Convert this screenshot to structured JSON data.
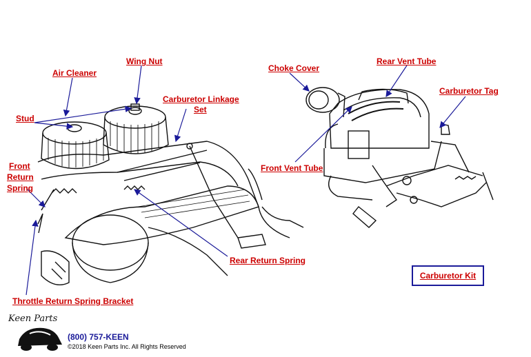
{
  "labels": {
    "wing_nut": "Wing Nut",
    "air_cleaner": "Air Cleaner",
    "carb_linkage_1": "Carburetor Linkage",
    "carb_linkage_2": "Set",
    "stud": "Stud",
    "front_return_1": "Front",
    "front_return_2": "Return",
    "front_return_3": "Spring",
    "choke_cover": "Choke Cover",
    "rear_vent_tube": "Rear Vent Tube",
    "carburetor_tag": "Carburetor Tag",
    "front_vent_tube": "Front Vent Tube",
    "rear_return_spring": "Rear Return Spring",
    "throttle_bracket": "Throttle Return Spring Bracket",
    "carburetor_kit": "Carburetor Kit"
  },
  "footer": {
    "logo_text": "Keen Parts",
    "phone": "(800) 757-KEEN",
    "copyright": "©2018 Keen Parts Inc. All Rights Reserved"
  },
  "colors": {
    "label": "#cc0000",
    "pointer": "#1a1a99",
    "drawing": "#111111"
  }
}
